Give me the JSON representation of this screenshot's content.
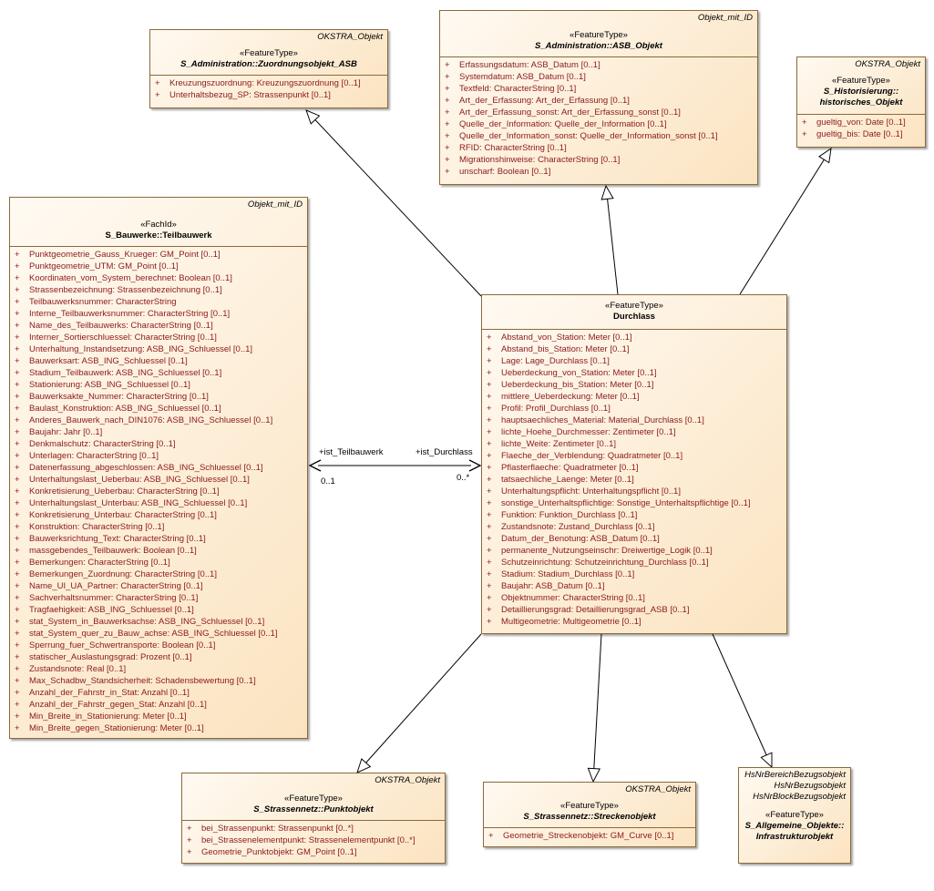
{
  "classes": {
    "zuordnung": {
      "parent": "OKSTRA_Objekt",
      "stereotype": "«FeatureType»",
      "name": "S_Administration::Zuordnungsobjekt_ASB",
      "attrs": [
        "Kreuzungszuordnung: Kreuzungszuordnung [0..1]",
        "Unterhaltsbezug_SP: Strassenpunkt [0..1]"
      ]
    },
    "asb": {
      "parent": "Objekt_mit_ID",
      "stereotype": "«FeatureType»",
      "name": "S_Administration::ASB_Objekt",
      "attrs": [
        "Erfassungsdatum: ASB_Datum [0..1]",
        "Systemdatum: ASB_Datum [0..1]",
        "Textfeld: CharacterString [0..1]",
        "Art_der_Erfassung: Art_der_Erfassung [0..1]",
        "Art_der_Erfassung_sonst: Art_der_Erfassung_sonst [0..1]",
        "Quelle_der_Information: Quelle_der_Information [0..1]",
        "Quelle_der_Information_sonst: Quelle_der_Information_sonst [0..1]",
        "RFID: CharacterString [0..1]",
        "Migrationshinweise: CharacterString [0..1]",
        "unscharf: Boolean [0..1]"
      ]
    },
    "historisch": {
      "parent": "OKSTRA_Objekt",
      "stereotype": "«FeatureType»",
      "name_line1": "S_Historisierung::",
      "name_line2": "historisches_Objekt",
      "attrs": [
        "gueltig_von: Date [0..1]",
        "gueltig_bis: Date [0..1]"
      ]
    },
    "teilbauwerk": {
      "parent": "Objekt_mit_ID",
      "stereotype": "«FachId»",
      "name": "S_Bauwerke::Teilbauwerk",
      "attrs": [
        "Punktgeometrie_Gauss_Krueger: GM_Point [0..1]",
        "Punktgeometrie_UTM: GM_Point [0..1]",
        "Koordinaten_vom_System_berechnet: Boolean [0..1]",
        "Strassenbezeichnung: Strassenbezeichnung [0..1]",
        "Teilbauwerksnummer: CharacterString",
        "Interne_Teilbauwerksnummer: CharacterString [0..1]",
        "Name_des_Teilbauwerks: CharacterString [0..1]",
        "Interner_Sortierschluessel: CharacterString [0..1]",
        "Unterhaltung_Instandsetzung: ASB_ING_Schluessel [0..1]",
        "Bauwerksart: ASB_ING_Schluessel [0..1]",
        "Stadium_Teilbauwerk: ASB_ING_Schluessel [0..1]",
        "Stationierung: ASB_ING_Schluessel [0..1]",
        "Bauwerksakte_Nummer: CharacterString [0..1]",
        "Baulast_Konstruktion: ASB_ING_Schluessel [0..1]",
        "Anderes_Bauwerk_nach_DIN1076: ASB_ING_Schluessel [0..1]",
        "Baujahr: Jahr [0..1]",
        "Denkmalschutz: CharacterString [0..1]",
        "Unterlagen: CharacterString [0..1]",
        "Datenerfassung_abgeschlossen: ASB_ING_Schluessel [0..1]",
        "Unterhaltungslast_Ueberbau: ASB_ING_Schluessel [0..1]",
        "Konkretisierung_Ueberbau: CharacterString [0..1]",
        "Unterhaltungslast_Unterbau: ASB_ING_Schluessel [0..1]",
        "Konkretisierung_Unterbau: CharacterString [0..1]",
        "Konstruktion: CharacterString [0..1]",
        "Bauwerksrichtung_Text: CharacterString [0..1]",
        "massgebendes_Teilbauwerk: Boolean [0..1]",
        "Bemerkungen: CharacterString [0..1]",
        "Bemerkungen_Zuordnung: CharacterString [0..1]",
        "Name_UI_UA_Partner: CharacterString [0..1]",
        "Sachverhaltsnummer: CharacterString [0..1]",
        "Tragfaehigkeit: ASB_ING_Schluessel [0..1]",
        "stat_System_in_Bauwerksachse: ASB_ING_Schluessel [0..1]",
        "stat_System_quer_zu_Bauw_achse: ASB_ING_Schluessel [0..1]",
        "Sperrung_fuer_Schwertransporte: Boolean [0..1]",
        "statischer_Auslastungsgrad: Prozent [0..1]",
        "Zustandsnote: Real [0..1]",
        "Max_Schadbw_Standsicherheit: Schadensbewertung [0..1]",
        "Anzahl_der_Fahrstr_in_Stat: Anzahl [0..1]",
        "Anzahl_der_Fahrstr_gegen_Stat: Anzahl [0..1]",
        "Min_Breite_in_Stationierung: Meter [0..1]",
        "Min_Breite_gegen_Stationierung: Meter [0..1]"
      ]
    },
    "durchlass": {
      "stereotype": "«FeatureType»",
      "name": "Durchlass",
      "attrs": [
        "Abstand_von_Station: Meter [0..1]",
        "Abstand_bis_Station: Meter [0..1]",
        "Lage: Lage_Durchlass [0..1]",
        "Ueberdeckung_von_Station: Meter [0..1]",
        "Ueberdeckung_bis_Station: Meter [0..1]",
        "mittlere_Ueberdeckung: Meter [0..1]",
        "Profil: Profil_Durchlass [0..1]",
        "hauptsaechliches_Material: Material_Durchlass [0..1]",
        "lichte_Hoehe_Durchmesser: Zentimeter [0..1]",
        "lichte_Weite: Zentimeter [0..1]",
        "Flaeche_der_Verblendung: Quadratmeter [0..1]",
        "Pflasterflaeche: Quadratmeter [0..1]",
        "tatsaechliche_Laenge: Meter [0..1]",
        "Unterhaltungspflicht: Unterhaltungspflicht [0..1]",
        "sonstige_Unterhaltspflichtige: Sonstige_Unterhaltspflichtige [0..1]",
        "Funktion: Funktion_Durchlass [0..1]",
        "Zustandsnote: Zustand_Durchlass [0..1]",
        "Datum_der_Benotung: ASB_Datum [0..1]",
        "permanente_Nutzungseinschr: Dreiwertige_Logik [0..1]",
        "Schutzeinrichtung: Schutzeinrichtung_Durchlass [0..1]",
        "Stadium: Stadium_Durchlass [0..1]",
        "Baujahr: ASB_Datum [0..1]",
        "Objektnummer: CharacterString [0..1]",
        "Detaillierungsgrad: Detaillierungsgrad_ASB [0..1]",
        "Multigeometrie: Multigeometrie [0..1]"
      ]
    },
    "punktobjekt": {
      "parent": "OKSTRA_Objekt",
      "stereotype": "«FeatureType»",
      "name": "S_Strassennetz::Punktobjekt",
      "attrs": [
        "bei_Strassenpunkt: Strassenpunkt [0..*]",
        "bei_Strassenelementpunkt: Strassenelementpunkt [0..*]",
        "Geometrie_Punktobjekt: GM_Point [0..1]"
      ]
    },
    "streckenobjekt": {
      "parent": "OKSTRA_Objekt",
      "stereotype": "«FeatureType»",
      "name": "S_Strassennetz::Streckenobjekt",
      "attrs": [
        "Geometrie_Streckenobjekt: GM_Curve [0..1]"
      ]
    },
    "infrastruktur": {
      "parents": [
        "HsNrBereichBezugsobjekt",
        "HsNrBezugsobjekt",
        "HsNrBlockBezugsobjekt"
      ],
      "stereotype": "«FeatureType»",
      "name_line1": "S_Allgemeine_Objekte::",
      "name_line2": "Infrastrukturobjekt"
    }
  },
  "association": {
    "role_left": "+ist_Teilbauwerk",
    "role_right": "+ist_Durchlass",
    "mult_left": "0..1",
    "mult_right": "0..*"
  },
  "attr_marker": "+"
}
